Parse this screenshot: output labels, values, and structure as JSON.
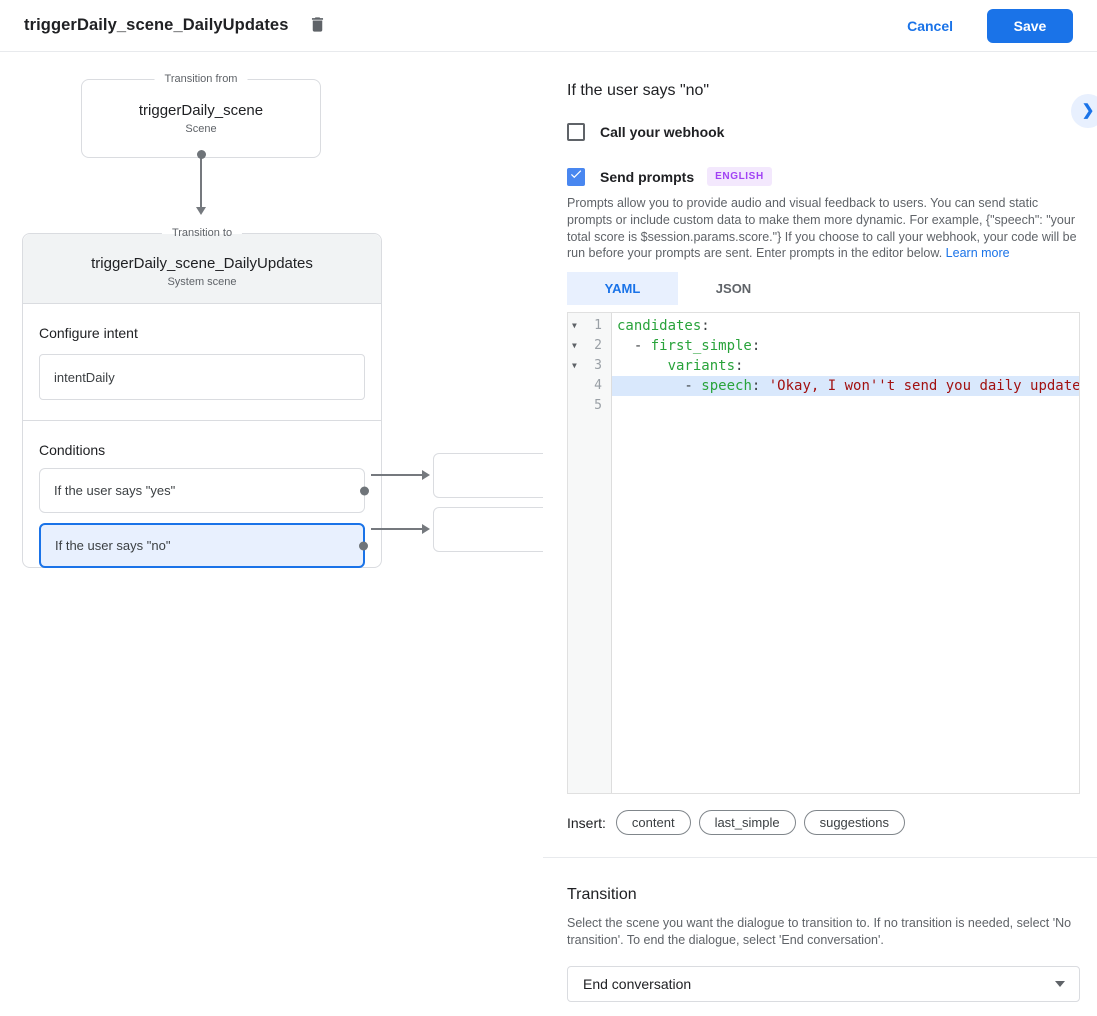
{
  "header": {
    "title": "triggerDaily_scene_DailyUpdates",
    "cancel_label": "Cancel",
    "save_label": "Save"
  },
  "canvas": {
    "transition_from": {
      "legend": "Transition from",
      "title": "triggerDaily_scene",
      "subtitle": "Scene"
    },
    "transition_to": {
      "legend": "Transition to",
      "title": "triggerDaily_scene_DailyUpdates",
      "subtitle": "System scene",
      "configure_intent": {
        "heading": "Configure intent",
        "value": "intentDaily"
      },
      "conditions": {
        "heading": "Conditions",
        "items": [
          {
            "label": "If the user says \"yes\"",
            "selected": false
          },
          {
            "label": "If the user says \"no\"",
            "selected": true
          }
        ]
      }
    }
  },
  "panel": {
    "title": "If the user says \"no\"",
    "collapse_icon": "❯",
    "webhook": {
      "label": "Call your webhook",
      "checked": false
    },
    "send_prompts": {
      "label": "Send prompts",
      "checked": true,
      "badge": "ENGLISH"
    },
    "description": "Prompts allow you to provide audio and visual feedback to users. You can send static prompts or include custom data to make them more dynamic. For example, {\"speech\": \"your total score is $session.params.score.\"} If you choose to call your webhook, your code will be run before your prompts are sent. Enter prompts in the editor below. ",
    "learn_more": "Learn more",
    "tabs": [
      {
        "label": "YAML",
        "active": true
      },
      {
        "label": "JSON",
        "active": false
      }
    ],
    "editor": {
      "lines": [
        {
          "num": 1,
          "fold": true,
          "highlight": false,
          "tokens": [
            {
              "c": "key",
              "v": "candidates"
            },
            {
              "c": "pun",
              "v": ":"
            }
          ]
        },
        {
          "num": 2,
          "fold": true,
          "highlight": false,
          "tokens": [
            {
              "c": "pun",
              "v": "  - "
            },
            {
              "c": "key",
              "v": "first_simple"
            },
            {
              "c": "pun",
              "v": ":"
            }
          ]
        },
        {
          "num": 3,
          "fold": true,
          "highlight": false,
          "tokens": [
            {
              "c": "pun",
              "v": "      "
            },
            {
              "c": "key",
              "v": "variants"
            },
            {
              "c": "pun",
              "v": ":"
            }
          ]
        },
        {
          "num": 4,
          "fold": false,
          "highlight": true,
          "tokens": [
            {
              "c": "pun",
              "v": "        - "
            },
            {
              "c": "key",
              "v": "speech"
            },
            {
              "c": "pun",
              "v": ": "
            },
            {
              "c": "str",
              "v": "'Okay, I won''t send you daily update"
            }
          ]
        },
        {
          "num": 5,
          "fold": false,
          "highlight": false,
          "tokens": []
        }
      ]
    },
    "insert": {
      "label": "Insert:",
      "buttons": [
        "content",
        "last_simple",
        "suggestions"
      ]
    },
    "transition": {
      "heading": "Transition",
      "description": "Select the scene you want the dialogue to transition to. If no transition is needed, select 'No transition'. To end the dialogue, select 'End conversation'.",
      "selected_value": "End conversation"
    }
  },
  "colors": {
    "accent_blue": "#1a73e8",
    "selected_fill": "#e8f0fe",
    "checkbox_blue": "#4987f0",
    "badge_bg": "#f3e8fd",
    "badge_text": "#a142f4",
    "code_key": "#29a33b",
    "code_string": "#a21111",
    "active_line_bg": "#d9e8fc",
    "border": "#dadce0"
  }
}
